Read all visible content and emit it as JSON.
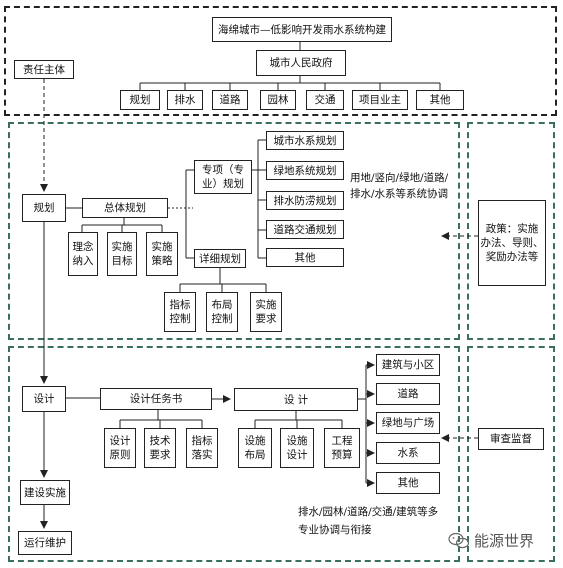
{
  "top": {
    "title": "海绵城市—低影响开发雨水系统构建",
    "government": "城市人民政府",
    "departments": [
      "规划",
      "排水",
      "道路",
      "园林",
      "交通",
      "项目业主",
      "其他"
    ]
  },
  "left_column": {
    "responsibility": "责任主体",
    "planning": "规划",
    "design": "设计",
    "construction": "建设实施",
    "maintenance": "运行维护"
  },
  "planning": {
    "master_plan": "总体规划",
    "master_children": [
      "理念\n纳入",
      "实施\n目标",
      "实施\n策略"
    ],
    "special_plan": "专项（专\n业）规划",
    "special_children": [
      "城市水系规划",
      "绿地系统规划",
      "排水防涝规划",
      "道路交通规划",
      "其他"
    ],
    "coordination_note": "用地/竖向/绿地/道路/\n排水/水系等系统协调",
    "detailed_plan": "详细规划",
    "detailed_children": [
      "指标\n控制",
      "布局\n控制",
      "实施\n要求"
    ],
    "policy": "政策：实施\n办法、导则、\n奖励办法等"
  },
  "design_section": {
    "task_book": "设计任务书",
    "task_children": [
      "设计\n原则",
      "技术\n要求",
      "指标\n落实"
    ],
    "design": "设    计",
    "design_children": [
      "设施\n布局",
      "设施\n设计",
      "工程\n预算"
    ],
    "fields": [
      "建筑与小区",
      "道路",
      "绿地与广场",
      "水系",
      "其他"
    ],
    "coordination_note": "排水/园林/道路/交通/建筑等多\n专业协调与衔接",
    "review": "审查监督"
  },
  "watermark": "能源世界"
}
